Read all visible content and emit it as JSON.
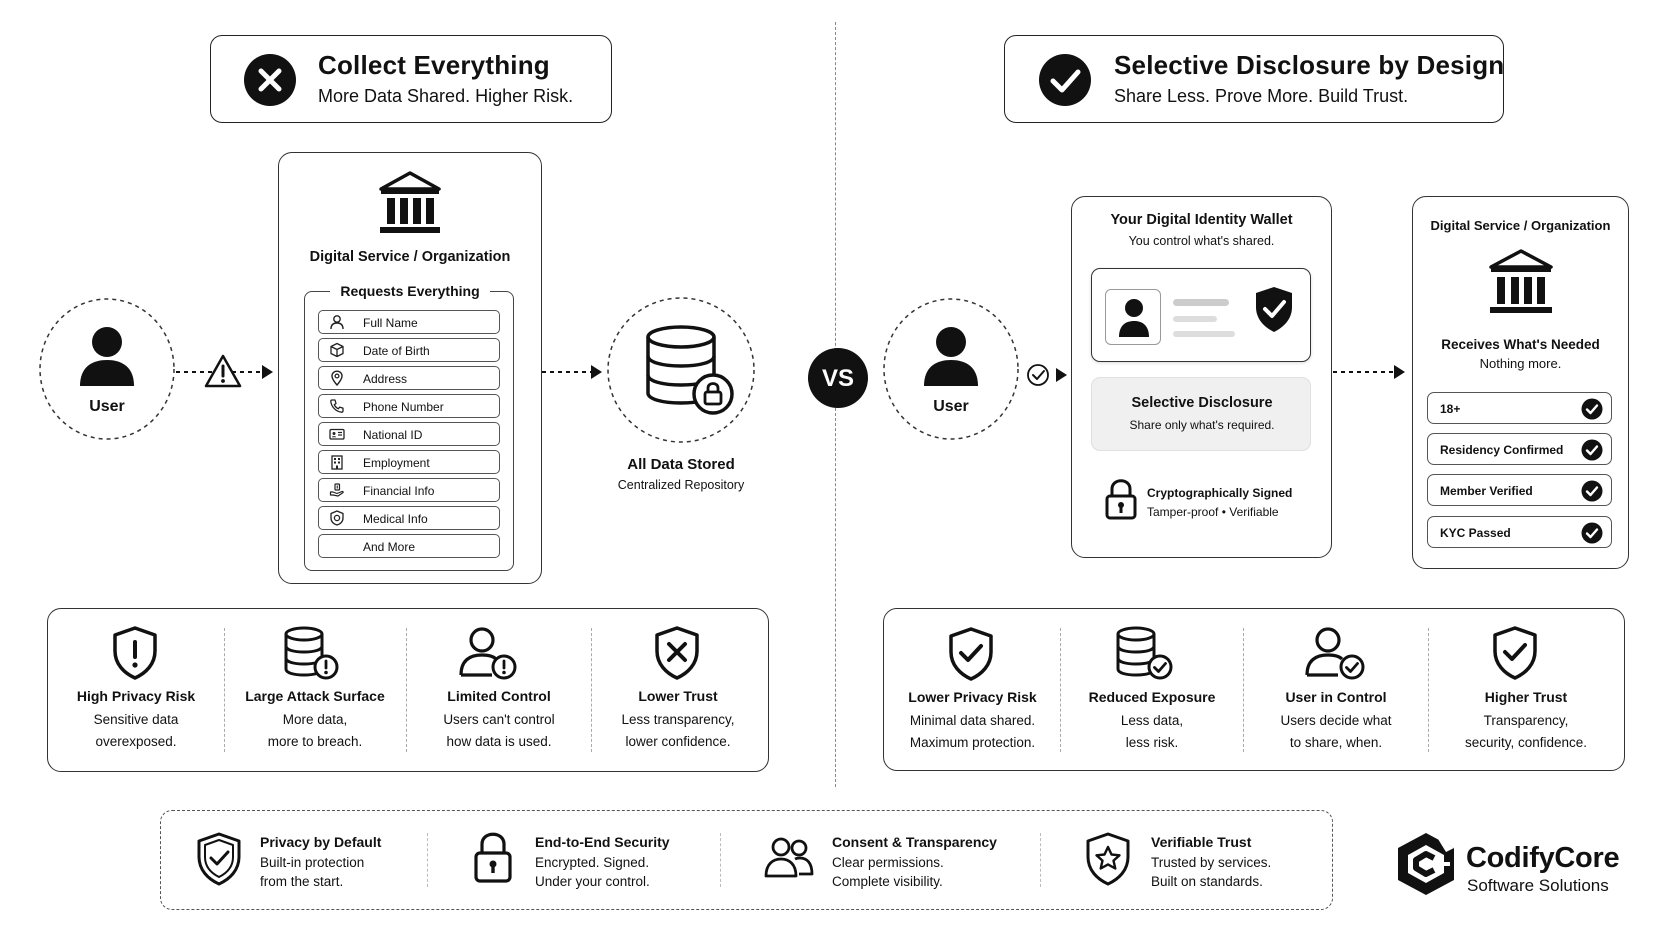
{
  "left": {
    "header_title": "Collect Everything",
    "header_subtitle": "More Data Shared. Higher Risk.",
    "user_label": "User",
    "org_title": "Digital Service / Organization",
    "requests_title": "Requests Everything",
    "requests": [
      {
        "label": "Full Name",
        "icon": "person-icon"
      },
      {
        "label": "Date of Birth",
        "icon": "cube-icon"
      },
      {
        "label": "Address",
        "icon": "location-pin-icon"
      },
      {
        "label": "Phone Number",
        "icon": "phone-icon"
      },
      {
        "label": "National ID",
        "icon": "id-card-icon"
      },
      {
        "label": "Employment",
        "icon": "building-icon"
      },
      {
        "label": "Financial Info",
        "icon": "money-hand-icon"
      },
      {
        "label": "Medical Info",
        "icon": "medical-shield-icon"
      },
      {
        "label": "And More",
        "icon": ""
      }
    ],
    "storage_title": "All Data Stored",
    "storage_subtitle": "Centralized Repository",
    "risks": [
      {
        "title": "High Privacy Risk",
        "line1": "Sensitive data",
        "line2": "overexposed."
      },
      {
        "title": "Large Attack Surface",
        "line1": "More data,",
        "line2": "more to breach."
      },
      {
        "title": "Limited Control",
        "line1": "Users can't control",
        "line2": "how data is used."
      },
      {
        "title": "Lower Trust",
        "line1": "Less transparency,",
        "line2": "lower confidence."
      }
    ]
  },
  "vs_label": "VS",
  "right": {
    "header_title": "Selective Disclosure by Design",
    "header_subtitle": "Share Less. Prove More. Build Trust.",
    "user_label": "User",
    "wallet_title": "Your Digital Identity Wallet",
    "wallet_subtitle": "You control what's shared.",
    "sd_title": "Selective Disclosure",
    "sd_subtitle": "Share only what's required.",
    "signed_title": "Cryptographically Signed",
    "signed_subtitle": "Tamper-proof • Verifiable",
    "org_title": "Digital Service / Organization",
    "receives_title": "Receives What's Needed",
    "receives_subtitle": "Nothing more.",
    "attributes": [
      "18+",
      "Residency Confirmed",
      "Member Verified",
      "KYC Passed"
    ],
    "benefits": [
      {
        "title": "Lower Privacy Risk",
        "line1": "Minimal data shared.",
        "line2": "Maximum protection."
      },
      {
        "title": "Reduced Exposure",
        "line1": "Less data,",
        "line2": "less risk."
      },
      {
        "title": "User in Control",
        "line1": "Users decide what",
        "line2": "to share, when."
      },
      {
        "title": "Higher Trust",
        "line1": "Transparency,",
        "line2": "security, confidence."
      }
    ]
  },
  "features": [
    {
      "title": "Privacy by Default",
      "line1": "Built-in protection",
      "line2": "from the start."
    },
    {
      "title": "End-to-End Security",
      "line1": "Encrypted. Signed.",
      "line2": "Under your control."
    },
    {
      "title": "Consent & Transparency",
      "line1": "Clear permissions.",
      "line2": "Complete visibility."
    },
    {
      "title": "Verifiable Trust",
      "line1": "Trusted by services.",
      "line2": "Built on standards."
    }
  ],
  "brand": {
    "name": "CodifyCore",
    "tagline": "Software Solutions"
  }
}
